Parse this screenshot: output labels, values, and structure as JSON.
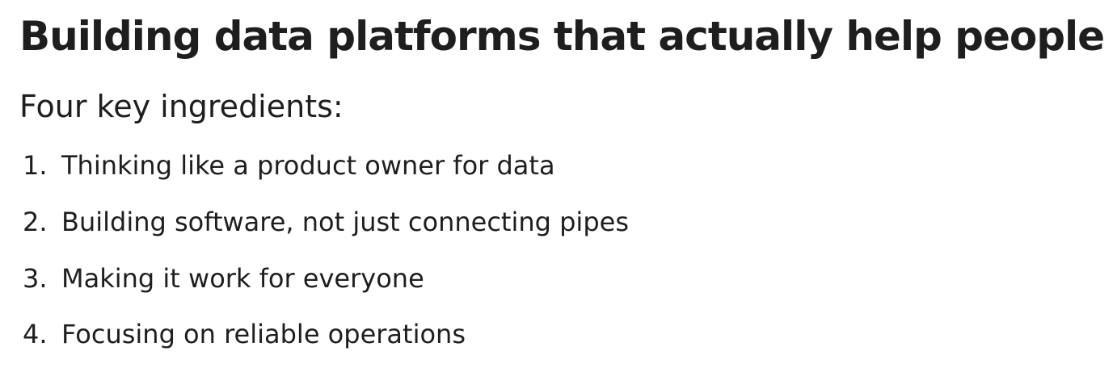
{
  "page": {
    "background_color": "#ffffff",
    "text_color": "#1e1e1e"
  },
  "title": "Building data platforms that actually help people",
  "subtitle": "Four key ingredients:",
  "list": {
    "items": [
      {
        "number": "1.",
        "text": "Thinking like a product owner for data"
      },
      {
        "number": "2.",
        "text": "Building software, not just connecting pipes"
      },
      {
        "number": "3.",
        "text": "Making it work for everyone"
      },
      {
        "number": "4.",
        "text": "Focusing on reliable operations"
      }
    ]
  }
}
